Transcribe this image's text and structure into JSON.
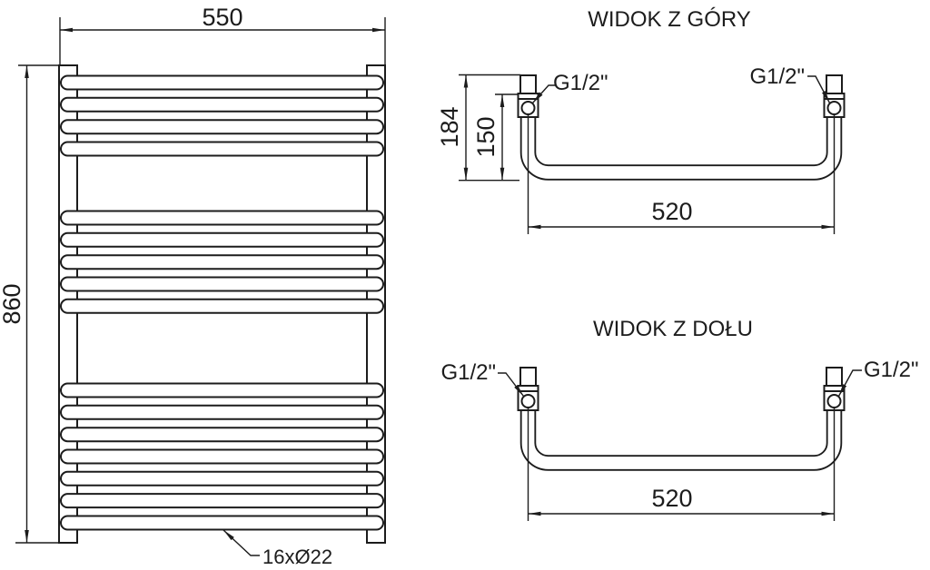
{
  "drawing": {
    "background_color": "#ffffff",
    "line_color": "#1c1c1c"
  },
  "front_view": {
    "width_dim": "550",
    "height_dim": "860",
    "tubes_label": "16xØ22",
    "tube_count": 16,
    "tube_groups": [
      4,
      5,
      7
    ]
  },
  "top_view": {
    "title": "WIDOK Z GÓRY",
    "dim_total_depth": "184",
    "dim_axis_depth": "150",
    "dim_span": "520",
    "fitting_left": "G1/2\"",
    "fitting_right": "G1/2\""
  },
  "bottom_view": {
    "title": "WIDOK Z DOŁU",
    "dim_span": "520",
    "fitting_left": "G1/2\"",
    "fitting_right": "G1/2\""
  }
}
